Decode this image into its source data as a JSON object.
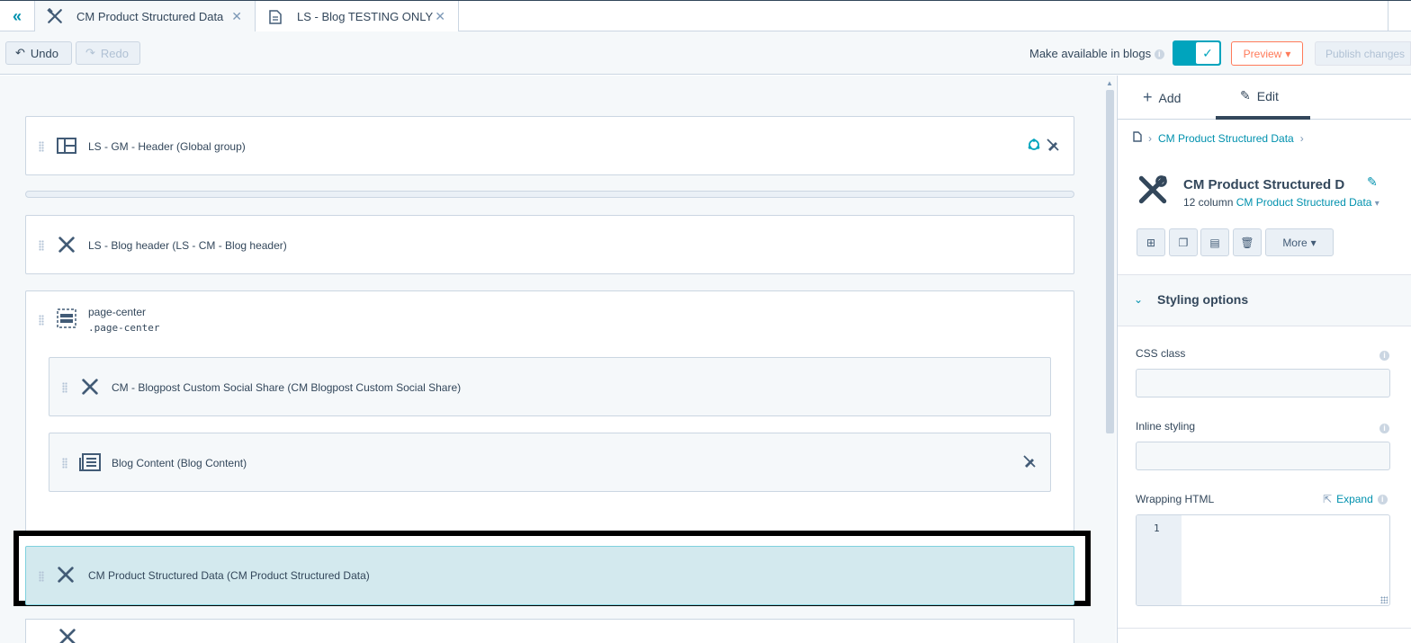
{
  "tabs": [
    {
      "label": "CM Product Structured Data",
      "icon": "tools-icon"
    },
    {
      "label": "LS - Blog TESTING ONLY",
      "icon": "page-icon"
    }
  ],
  "toolbar": {
    "undo_label": "Undo",
    "redo_label": "Redo",
    "available_label": "Make available in blogs",
    "available_toggle": true,
    "preview_label": "Preview",
    "publish_label": "Publish changes"
  },
  "canvas": {
    "header_module": "LS - GM - Header (Global group)",
    "blog_header_module": "LS - Blog header (LS - CM - Blog header)",
    "group": {
      "name": "page-center",
      "css_class": ".page-center"
    },
    "social_share_module": "CM - Blogpost Custom Social Share (CM Blogpost Custom Social Share)",
    "blog_content_module": "Blog Content (Blog Content)",
    "selected_module": "CM Product Structured Data (CM Product Structured Data)"
  },
  "panel": {
    "tabs": {
      "add": "Add",
      "edit": "Edit"
    },
    "breadcrumb": "CM Product Structured Data",
    "module_title": "CM Product Structured D",
    "column_text": "12 column",
    "module_type_link": "CM Product Structured Data",
    "more_label": "More",
    "styling_options": "Styling options",
    "css_class_label": "CSS class",
    "css_class_value": "",
    "inline_styling_label": "Inline styling",
    "inline_styling_value": "",
    "wrapping_html_label": "Wrapping HTML",
    "expand_label": "Expand",
    "code_line": "1"
  },
  "colors": {
    "accent": "#0091ae",
    "toggle": "#00a4bd",
    "preview": "#ff7a59",
    "selected_bg": "#d3e9ee"
  }
}
